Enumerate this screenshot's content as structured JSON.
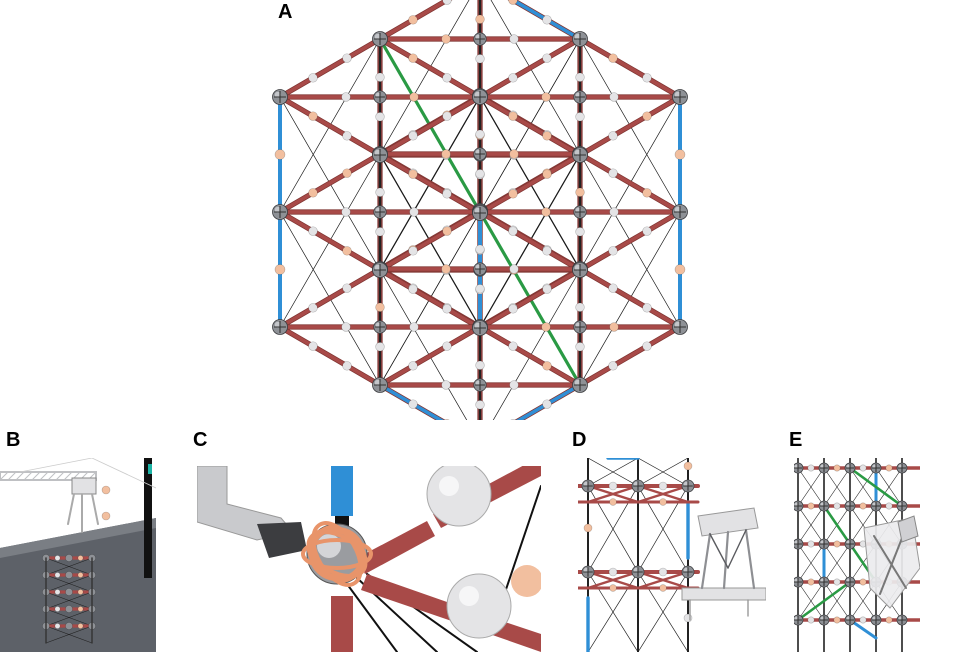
{
  "panels": [
    {
      "id": "A",
      "label": "A",
      "content": "lattice-cube"
    },
    {
      "id": "B",
      "label": "B",
      "content": "crane-assembly-scene"
    },
    {
      "id": "C",
      "label": "C",
      "content": "gripper-node-closeup"
    },
    {
      "id": "D",
      "label": "D",
      "content": "robot-on-lattice-side"
    },
    {
      "id": "E",
      "label": "E",
      "content": "robot-on-lattice-angled"
    }
  ],
  "colors": {
    "strut": "#a84a48",
    "strut_dark": "#7e3431",
    "blue_strut": "#2f8fd6",
    "green_strut": "#2a9a44",
    "cable": "#1a1a1a",
    "node": "#8e9196",
    "node_light": "#c4c6ca",
    "white_ball": "#e4e4e6",
    "peach_ball": "#f2bf9f",
    "gripper_orange": "#e8946a",
    "floor": "#5d6168",
    "crane": "#d8d8da",
    "robot": "#e2e2e4"
  }
}
